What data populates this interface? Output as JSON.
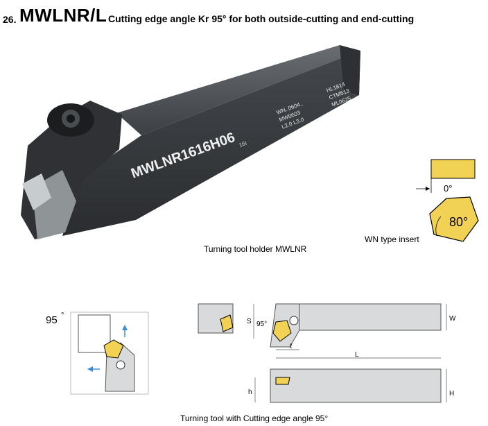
{
  "header": {
    "number": "26.",
    "model": "MWLNR/L",
    "description": "Cutting edge angle Kr 95° for both outside-cutting and end-cutting"
  },
  "photo": {
    "caption": "Turning tool holder MWLNR",
    "engraving": "MWLNR1616H06",
    "engraving_small": "16I",
    "specs_left": [
      "WN..0604..",
      "MW0603",
      "L2.0 L3.0"
    ],
    "specs_right": [
      "HL1814",
      "CTM513",
      "ML0625"
    ]
  },
  "insert": {
    "caption": "WN type insert",
    "relief_angle": "0°",
    "nose_angle": "80°"
  },
  "diagram": {
    "caption": "Turning tool with Cutting edge angle 95°",
    "angle_label": "95",
    "degree_symbol": "°",
    "dims": {
      "s": "S",
      "w": "W",
      "l_small": "ℓ",
      "l_big": "L",
      "h_small": "h",
      "h_big": "H",
      "angle": "95°"
    }
  },
  "colors": {
    "insert_yellow": "#f2d255",
    "tool_gray": "#d8dadb",
    "body_dark": "#3a3d40",
    "arrow_blue": "#3a8fd0"
  }
}
